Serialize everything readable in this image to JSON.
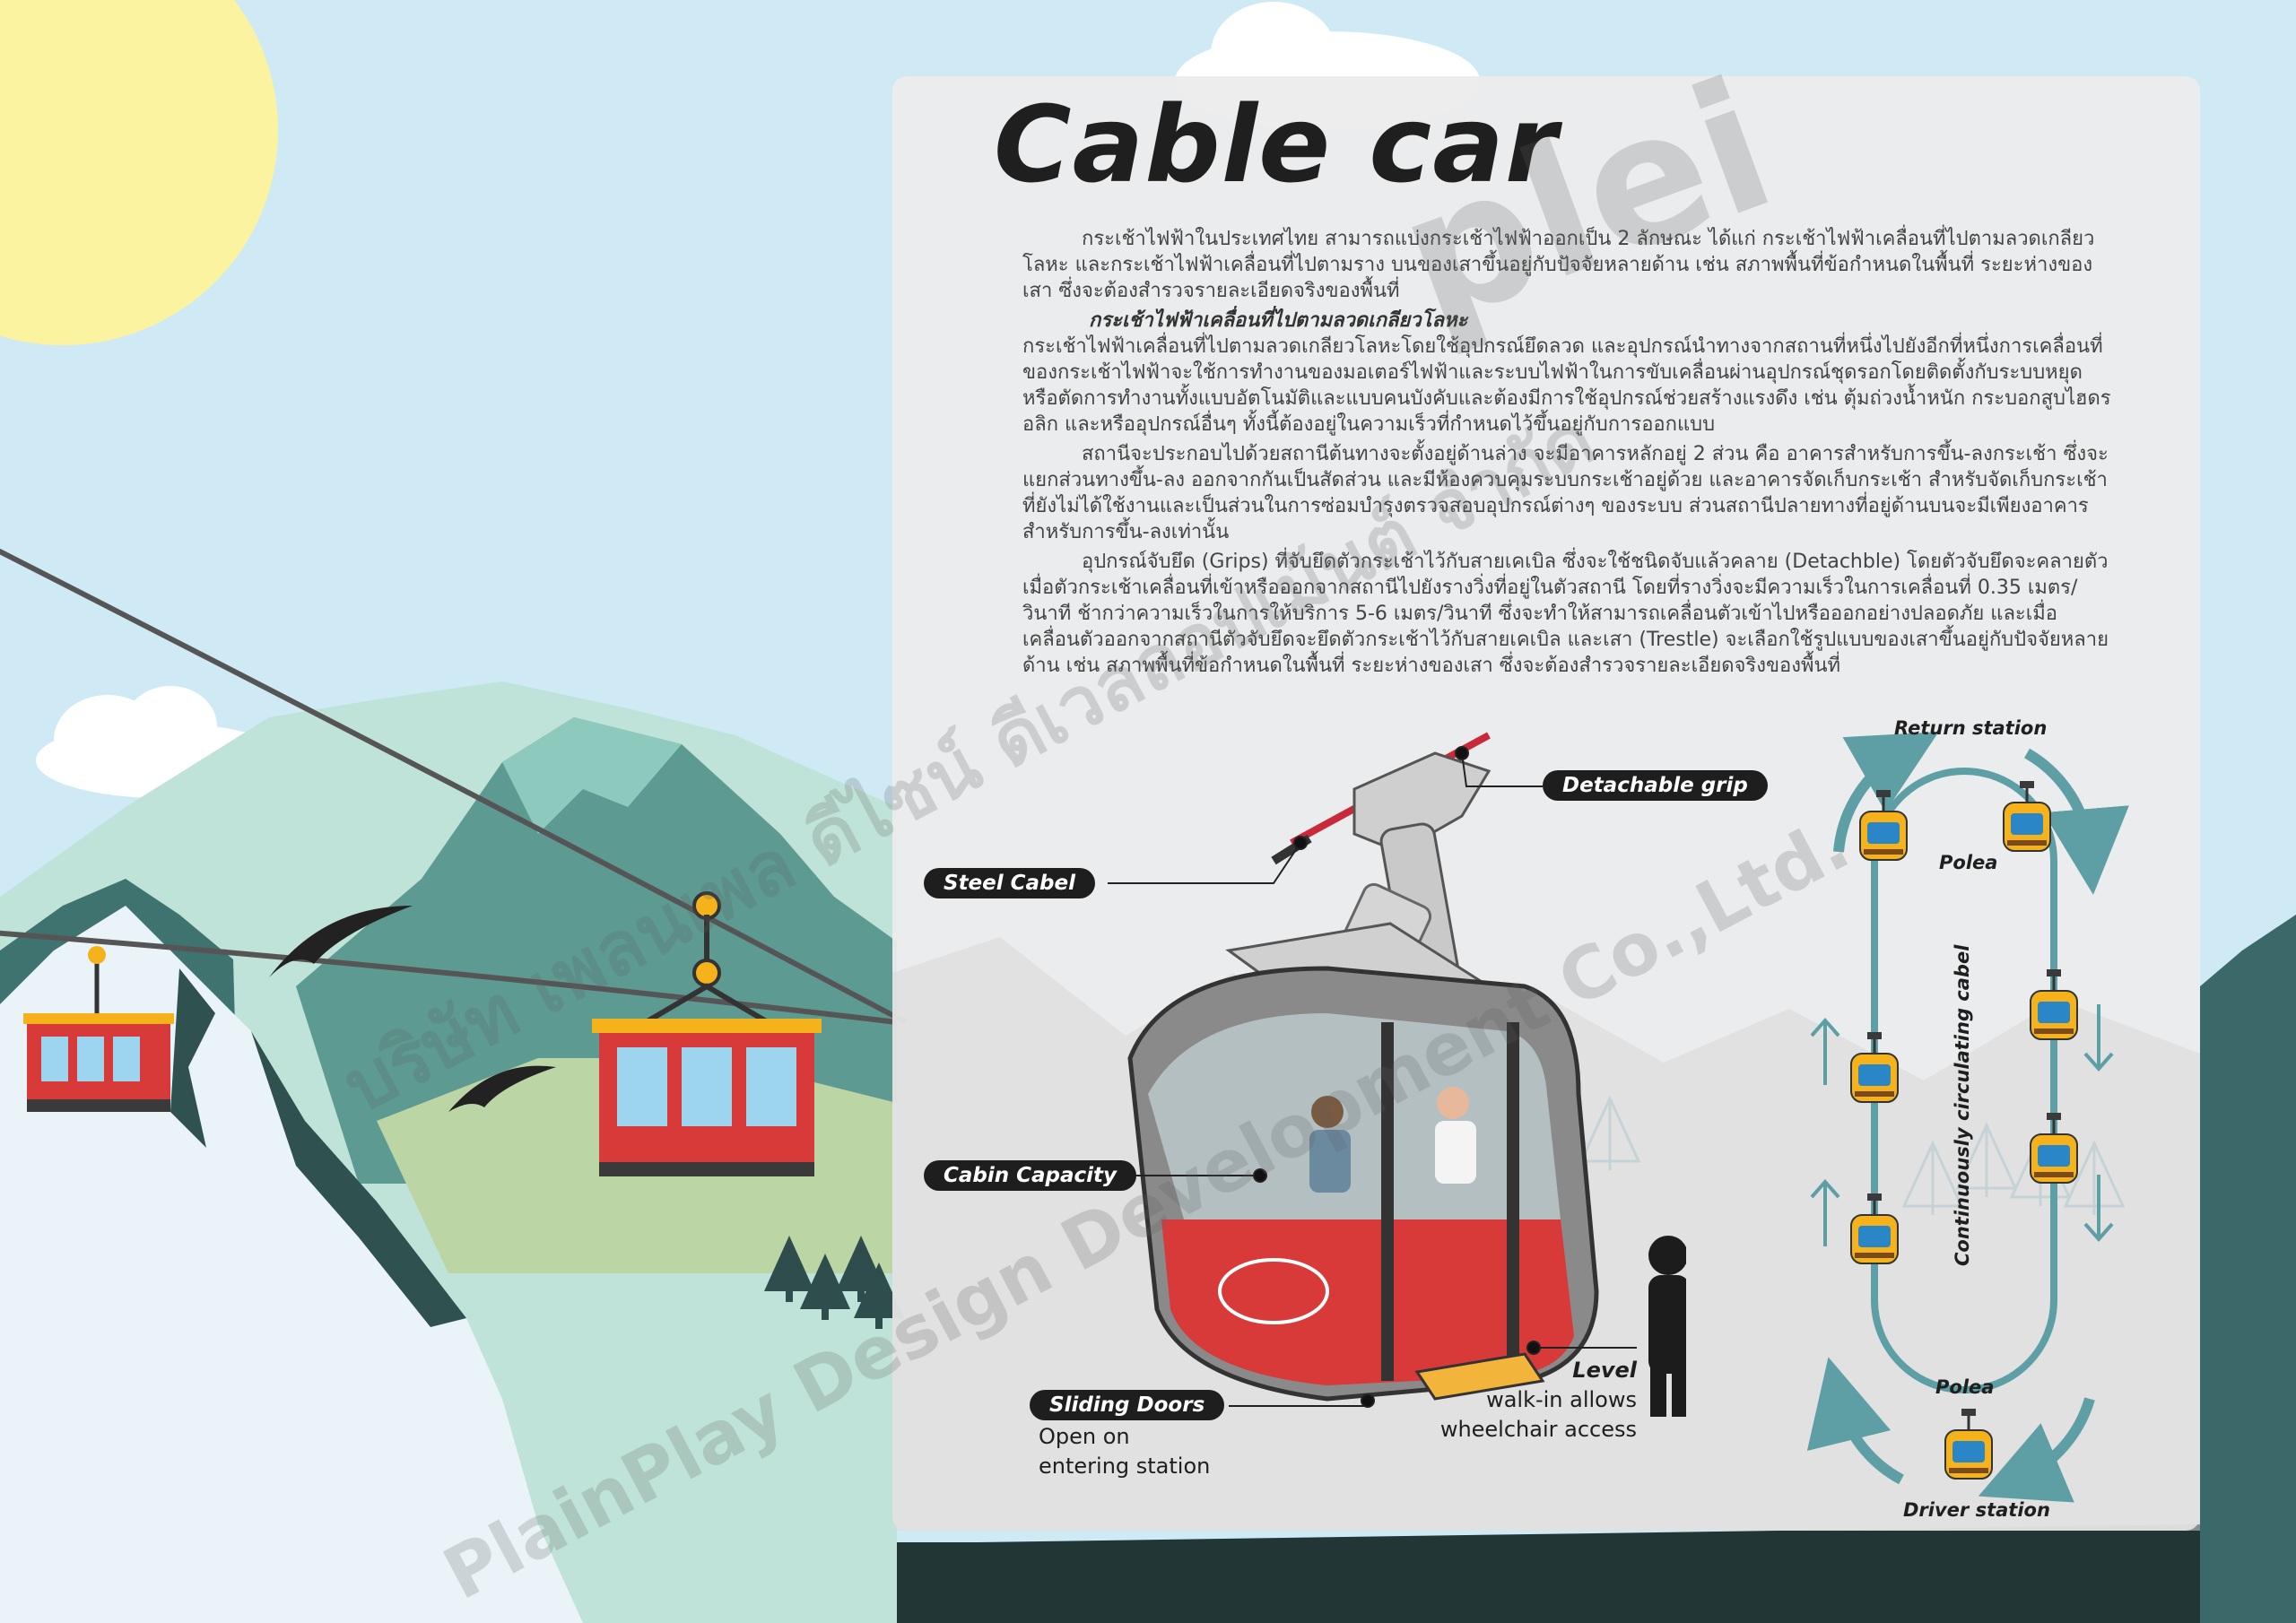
{
  "title": "Cable car",
  "paragraphs": {
    "intro": "กระเช้าไฟฟ้าในประเทศไทย สามารถแบ่งกระเช้าไฟฟ้าออกเป็น 2 ลักษณะ ได้แก่ กระเช้าไฟฟ้าเคลื่อนที่ไปตามลวดเกลียวโลหะ และกระเช้าไฟฟ้าเคลื่อนที่ไปตามราง บนของเสาขึ้นอยู่กับปัจจัยหลายด้าน เช่น สภาพพื้นที่ข้อกำหนดในพื้นที่ ระยะห่างของเสา ซึ่งจะต้องสำรวจรายละเอียดจริงของพื้นที่",
    "subheading": "กระเช้าไฟฟ้าเคลื่อนที่ไปตามลวดเกลียวโลหะ",
    "p1": "กระเช้าไฟฟ้าเคลื่อนที่ไปตามลวดเกลียวโลหะโดยใช้อุปกรณ์ยึดลวด และอุปกรณ์นำทางจากสถานที่หนึ่งไปยังอีกที่หนึ่งการเคลื่อนที่ของกระเช้าไฟฟ้าจะใช้การทำงานของมอเตอร์ไฟฟ้าและระบบไฟฟ้าในการขับเคลื่อนผ่านอุปกรณ์ชุดรอกโดยติดตั้งกับระบบหยุดหรือตัดการทำงานทั้งแบบอัตโนมัติและแบบคนบังคับและต้องมีการใช้อุปกรณ์ช่วยสร้างแรงดึง เช่น ตุ้มถ่วงน้ำหนัก กระบอกสูบไฮดรอลิก และหรืออุปกรณ์อื่นๆ ทั้งนี้ต้องอยู่ในความเร็วที่กำหนดไว้ขึ้นอยู่กับการออกแบบ",
    "p2": "สถานีจะประกอบไปด้วยสถานีต้นทางจะตั้งอยู่ด้านล่าง จะมีอาคารหลักอยู่ 2 ส่วน คือ อาคารสำหรับการขึ้น-ลงกระเช้า ซึ่งจะแยกส่วนทางขึ้น-ลง ออกจากกันเป็นสัดส่วน และมีห้องควบคุมระบบกระเช้าอยู่ด้วย และอาคารจัดเก็บกระเช้า สำหรับจัดเก็บกระเช้าที่ยังไม่ได้ใช้งานและเป็นส่วนในการซ่อมบำรุงตรวจสอบอุปกรณ์ต่างๆ ของระบบ ส่วนสถานีปลายทางที่อยู่ด้านบนจะมีเพียงอาคารสำหรับการขึ้น-ลงเท่านั้น",
    "p3": "อุปกรณ์จับยึด (Grips) ที่จับยึดตัวกระเช้าไว้กับสายเคเบิล ซึ่งจะใช้ชนิดจับแล้วคลาย (Detachble) โดยตัวจับยึดจะคลายตัวเมื่อตัวกระเช้าเคลื่อนที่เข้าหรือออกจากสถานีไปยังรางวิ่งที่อยู่ในตัวสถานี โดยที่รางวิ่งจะมีความเร็วในการเคลื่อนที่ 0.35 เมตร/วินาที ช้ากว่าความเร็วในการให้บริการ 5-6 เมตร/วินาที ซึ่งจะทำให้สามารถเคลื่อนตัวเข้าไปหรือออกอย่างปลอดภัย และเมื่อเคลื่อนตัวออกจากสถานีตัวจับยึดจะยึดตัวกระเช้าไว้กับสายเคเบิล และเสา (Trestle) จะเลือกใช้รูปแบบของเสาขึ้นอยู่กับปัจจัยหลายด้าน เช่น สภาพพื้นที่ข้อกำหนดในพื้นที่ ระยะห่างของเสา ซึ่งจะต้องสำรวจรายละเอียดจริงของพื้นที่"
  },
  "callouts": {
    "detachable_grip": "Detachable grip",
    "steel_cabel": "Steel Cabel",
    "cabin_capacity": "Cabin Capacity",
    "sliding_doors": "Sliding Doors",
    "sliding_doors_note_1": "Open on",
    "sliding_doors_note_2": "entering station",
    "level": "Level",
    "level_note_1": "walk-in allows",
    "level_note_2": "wheelchair  access"
  },
  "diagram": {
    "return_station": "Return station",
    "pulley_top": "Polea",
    "pulley_bottom": "Polea",
    "driver_station": "Driver station",
    "cable_label": "Continuously circulating cabel"
  },
  "watermark": {
    "line1": "PlainPlay Design Development Co.,Ltd.",
    "line2": "บริษัท เพลนเพล ดีไซน์ ดีเวลลอปเม้นต์ จำกัด",
    "logo": "plei"
  },
  "colors": {
    "sky": "#cfeaf5",
    "panel": "#ececec",
    "loop": "#5e9fa5",
    "cabin_red": "#d83a3a",
    "gondola_yellow": "#f5b21b",
    "gondola_blue": "#2a86c7"
  }
}
